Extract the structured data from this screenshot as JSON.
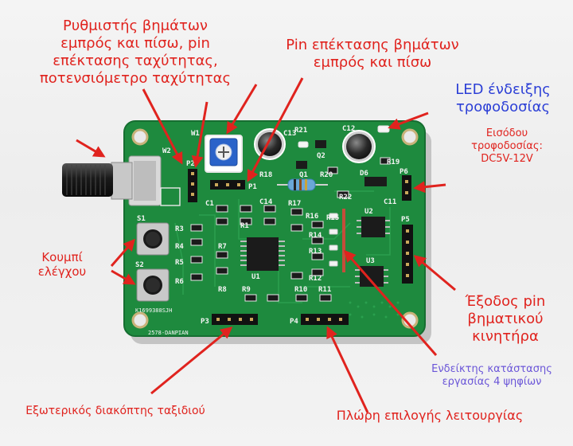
{
  "annotations": {
    "speed_adjuster": {
      "lines": [
        "Ρυθμιστής βημάτων",
        "εμπρός και πίσω, pin",
        "επέκτασης ταχύτητας,",
        "ποτενσιόμετρο ταχύτητας"
      ],
      "color": "#e0231e"
    },
    "step_pins": {
      "lines": [
        "Pin επέκτασης βημάτων",
        "εμπρός και πίσω"
      ],
      "color": "#e0231e"
    },
    "power_led": {
      "lines": [
        "LED ένδειξης",
        "τροφοδοσίας"
      ],
      "color": "#2c3fd6"
    },
    "power_input": {
      "lines": [
        "Εισόδου",
        "τροφοδοσίας:",
        "DC5V-12V"
      ],
      "color": "#e0231e"
    },
    "control_buttons": {
      "lines": [
        "Κουμπί",
        "ελέγχου"
      ],
      "color": "#e0231e"
    },
    "motor_output": {
      "lines": [
        "Έξοδος pin",
        "βηματικού",
        "κινητήρα"
      ],
      "color": "#e0231e"
    },
    "status_indicator": {
      "lines": [
        "Ενδείκτης κατάστασης",
        "εργασίας 4 ψηφίων"
      ],
      "color": "#6a55d8"
    },
    "travel_switch": {
      "lines": [
        "Εξωτερικός διακόπτης ταξιδιού"
      ],
      "color": "#e0231e"
    },
    "mode_keys": {
      "lines": [
        "Πλώρη επιλογής λειτουργίας"
      ],
      "color": "#e0231e"
    }
  },
  "board": {
    "silkscreen": {
      "w1": "W1",
      "w2": "W2",
      "p1": "P1",
      "p2": "P2",
      "p3": "P3",
      "p4": "P4",
      "p5": "P5",
      "p6": "P6",
      "s1": "S1",
      "s2": "S2",
      "u1": "U1",
      "u2": "U2",
      "u3": "U3",
      "q1": "Q1",
      "q2": "Q2",
      "d6": "D6",
      "c12": "C12",
      "c11": "C11",
      "c13": "C13",
      "c14": "C14",
      "r18": "R18",
      "r19": "R19",
      "r20": "R20",
      "r21": "R21",
      "r22": "R22",
      "r1": "R1",
      "r3": "R3",
      "r4": "R4",
      "r5": "R5",
      "r6": "R6",
      "r7": "R7",
      "r8": "R8",
      "r9": "R9",
      "r10": "R10",
      "r11": "R11",
      "r12": "R12",
      "r13": "R13",
      "r14": "R14",
      "r15": "R15",
      "r16": "R16",
      "r17": "R17",
      "c1": "C1",
      "code1": "K1699388SJH",
      "code2": "2578-DANPIAN"
    },
    "colors": {
      "pcb": "#1e8a3e",
      "pcb_dark": "#146b2e",
      "arrow": "#e0231e"
    }
  }
}
